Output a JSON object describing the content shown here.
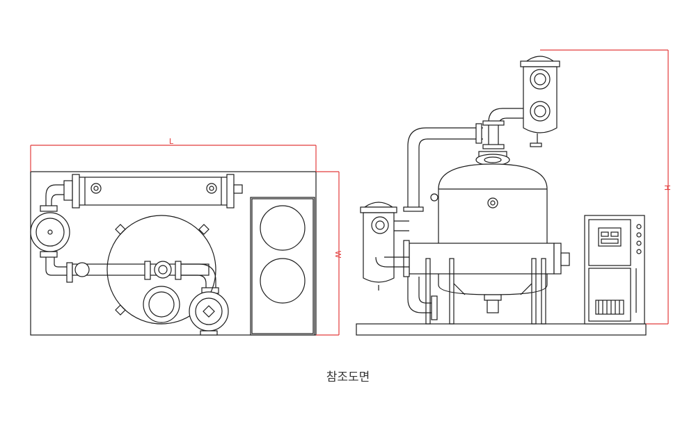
{
  "caption": "참조도면",
  "dimensions": {
    "length": "L",
    "width": "W",
    "height": "H"
  },
  "colors": {
    "line": "#1a1a1a",
    "dimension": "#e23b3b",
    "caption": "#333333"
  }
}
